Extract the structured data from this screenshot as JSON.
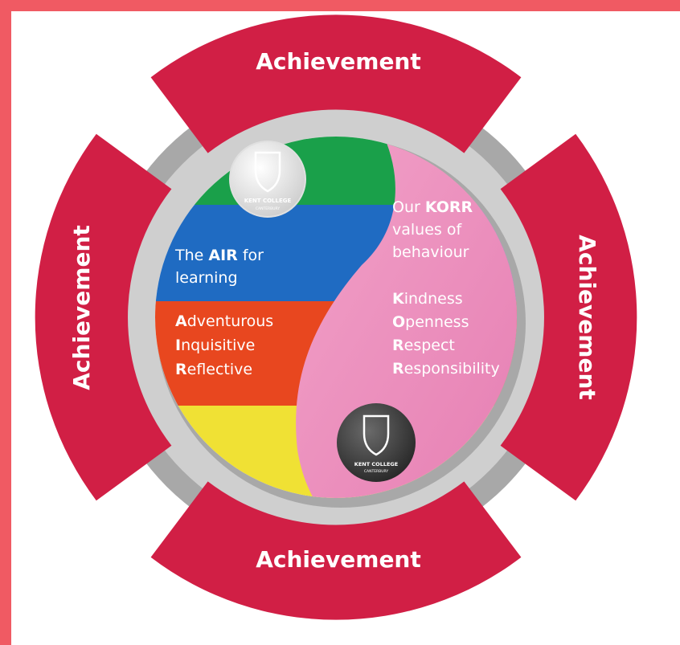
{
  "segments": {
    "top": "Achievement",
    "left": "Achievement",
    "right": "Achievement",
    "bottom": "Achievement"
  },
  "air": {
    "prefix": "The",
    "keyword": "AIR",
    "suffix": "for",
    "line2": "learning",
    "values": [
      {
        "initial": "A",
        "rest": "dventurous"
      },
      {
        "initial": "I",
        "rest": "nquisitive"
      },
      {
        "initial": "R",
        "rest": "eflective"
      }
    ],
    "stripe_colors": [
      "#1aa04a",
      "#1f6bc2",
      "#e8471f",
      "#f0e134"
    ]
  },
  "korr": {
    "prefix": "Our",
    "keyword": "KORR",
    "line2": "values of",
    "line3": "behaviour",
    "values": [
      {
        "initial": "K",
        "rest": "indness"
      },
      {
        "initial": "O",
        "rest": "penness"
      },
      {
        "initial": "R",
        "rest": "espect"
      },
      {
        "initial": "R",
        "rest": "esponsibility"
      }
    ],
    "color": "#ec8dbb"
  },
  "badges": {
    "light": {
      "name": "KENT COLLEGE",
      "place": "CANTERBURY"
    },
    "dark": {
      "name": "KENT COLLEGE",
      "place": "CANTERBURY"
    }
  },
  "colors": {
    "frame": "#f05a63",
    "segment": "#d11f45",
    "ring": "#a8a8a8"
  }
}
